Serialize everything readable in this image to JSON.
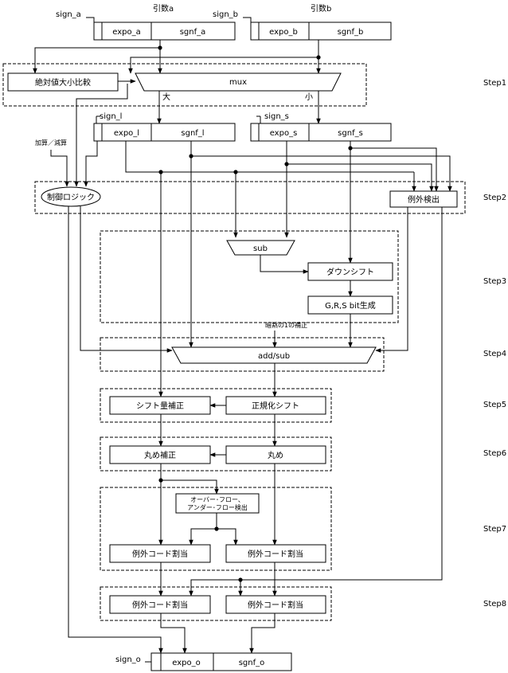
{
  "inputs": {
    "arg_a_title": "引数a",
    "arg_b_title": "引数b",
    "sign_a": "sign_a",
    "expo_a": "expo_a",
    "sgnf_a": "sgnf_a",
    "sign_b": "sign_b",
    "expo_b": "expo_b",
    "sgnf_b": "sgnf_b"
  },
  "step1": {
    "label": "Step1",
    "compare": "絶対値大小比較",
    "mux": "mux",
    "large": "大",
    "small": "小"
  },
  "regs": {
    "sign_l": "sign_l",
    "expo_l": "expo_l",
    "sgnf_l": "sgnf_l",
    "sign_s": "sign_s",
    "expo_s": "expo_s",
    "sgnf_s": "sgnf_s",
    "addsub_in": "加算／減算"
  },
  "step2": {
    "label": "Step2",
    "control": "制御ロジック",
    "exception": "例外検出"
  },
  "step3": {
    "label": "Step3",
    "sub": "sub",
    "downshift": "ダウンシフト",
    "grs": "G,R,S bit生成",
    "implicit": "暗黙の1の補正"
  },
  "step4": {
    "label": "Step4",
    "addsub": "add/sub"
  },
  "step5": {
    "label": "Step5",
    "shift_adjust": "シフト量補正",
    "normalize": "正規化シフト"
  },
  "step6": {
    "label": "Step6",
    "round_adjust": "丸め補正",
    "round": "丸め"
  },
  "step7": {
    "label": "Step7",
    "ovf_line1": "オーバー･フロー、",
    "ovf_line2": "アンダー･フロー検出",
    "exc_left": "例外コード割当",
    "exc_right": "例外コード割当"
  },
  "step8": {
    "label": "Step8",
    "exc_left": "例外コード割当",
    "exc_right": "例外コード割当"
  },
  "output": {
    "sign_o": "sign_o",
    "expo_o": "expo_o",
    "sgnf_o": "sgnf_o"
  }
}
